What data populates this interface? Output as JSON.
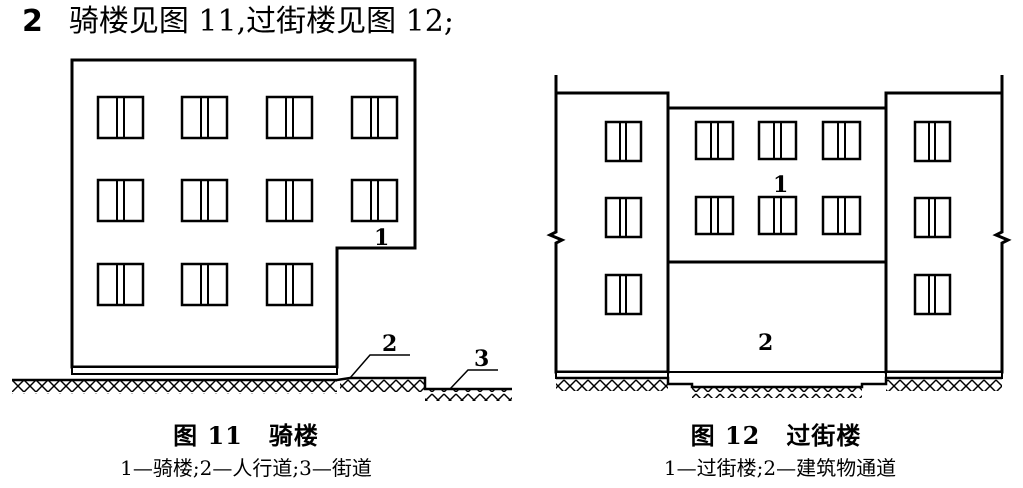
{
  "heading": {
    "number": "2",
    "text": "骑楼见图 11,过街楼见图 12;"
  },
  "figure11": {
    "labels": {
      "building": "1",
      "sidewalk": "2",
      "street": "3"
    },
    "caption_num": "图 11",
    "caption_title": "骑楼",
    "legend": "1—骑楼;2—人行道;3—街道"
  },
  "figure12": {
    "labels": {
      "bridge": "1",
      "passage": "2"
    },
    "caption_num": "图 12",
    "caption_title": "过街楼",
    "legend": "1—过街楼;2—建筑物通道"
  }
}
